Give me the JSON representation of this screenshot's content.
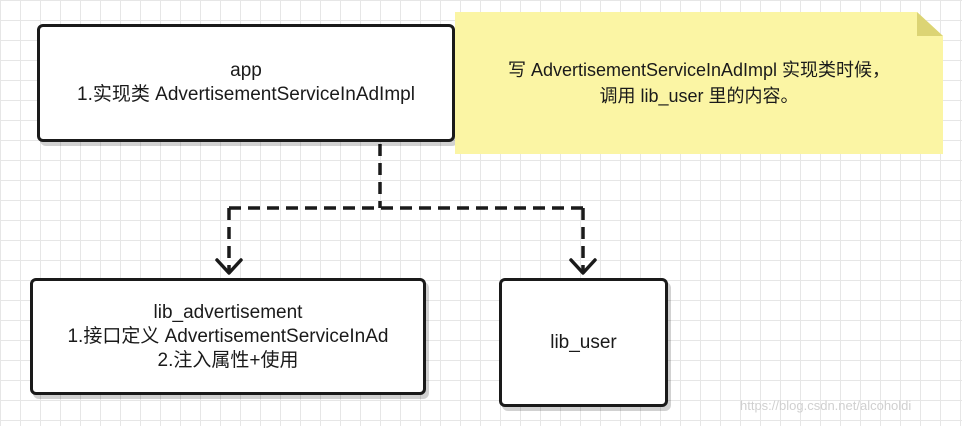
{
  "boxes": {
    "app": {
      "lines": [
        "app",
        "1.实现类 AdvertisementServiceInAdImpl"
      ]
    },
    "lib_advertisement": {
      "lines": [
        "lib_advertisement",
        "1.接口定义 AdvertisementServiceInAd",
        "2.注入属性+使用"
      ]
    },
    "lib_user": {
      "lines": [
        "lib_user"
      ]
    }
  },
  "note": {
    "lines": [
      "写 AdvertisementServiceInAdImpl 实现类时候，",
      "调用 lib_user 里的内容。"
    ],
    "color": "#fbf5a4"
  },
  "colors": {
    "stroke": "#1a1a1a",
    "grid": "#e6e6e6"
  },
  "watermark": "https://blog.csdn.net/alcoholdi"
}
